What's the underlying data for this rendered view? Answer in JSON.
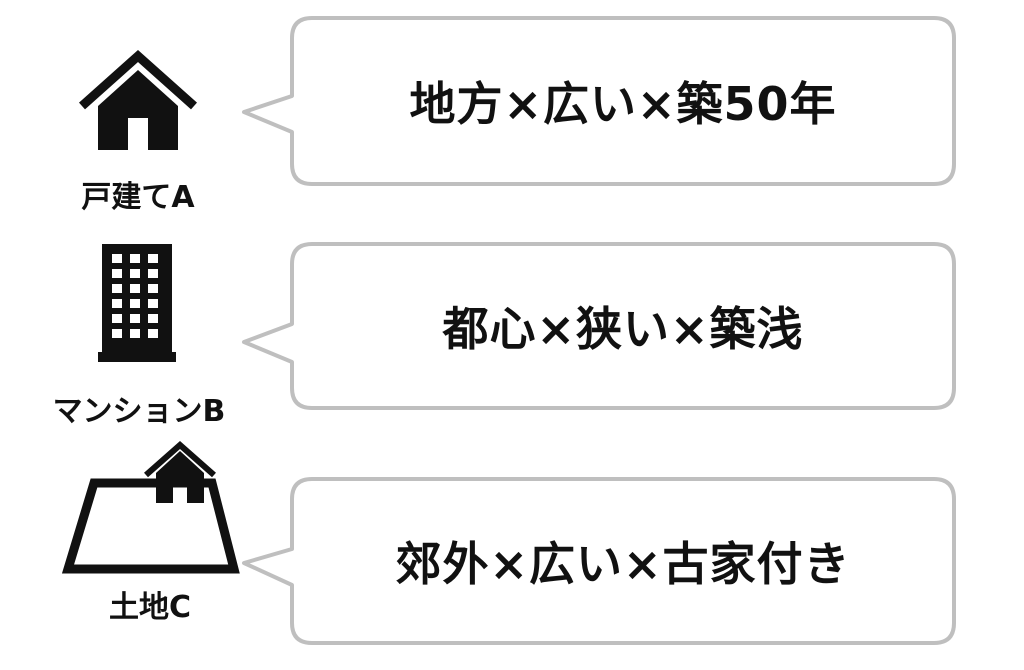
{
  "items": [
    {
      "label": "戸建てA",
      "icon": "house-icon",
      "description": "地方×広い×築50年"
    },
    {
      "label": "マンションB",
      "icon": "building-icon",
      "description": "都心×狭い×築浅"
    },
    {
      "label": "土地C",
      "icon": "land-icon",
      "description": "郊外×広い×古家付き"
    }
  ],
  "colors": {
    "icon": "#111111",
    "bubble_border": "#bfbfbf",
    "text": "#111111"
  }
}
